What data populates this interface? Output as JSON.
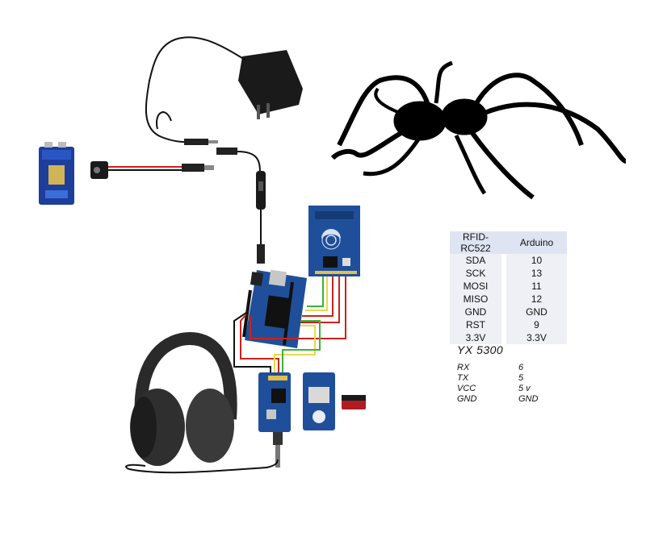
{
  "rfid_table": {
    "headers": [
      "RFID-RC522",
      "Arduino"
    ],
    "rows": [
      [
        "SDA",
        "10"
      ],
      [
        "SCK",
        "13"
      ],
      [
        "MOSI",
        "11"
      ],
      [
        "MISO",
        "12"
      ],
      [
        "GND",
        "GND"
      ],
      [
        "RST",
        "9"
      ],
      [
        "3.3V",
        "3.3V"
      ]
    ]
  },
  "yx_table": {
    "title": "YX  5300",
    "rows": [
      [
        "RX",
        "6"
      ],
      [
        "TX",
        "5"
      ],
      [
        "VCC",
        "5 v"
      ],
      [
        "GND",
        "GND"
      ]
    ]
  },
  "colors": {
    "board_blue": "#1f4f9a",
    "wire_red": "#d0201a",
    "wire_black": "#111111",
    "wire_green": "#3bb33b",
    "wire_yellow": "#e8d84a",
    "battery_blue": "#1d3e9b"
  }
}
